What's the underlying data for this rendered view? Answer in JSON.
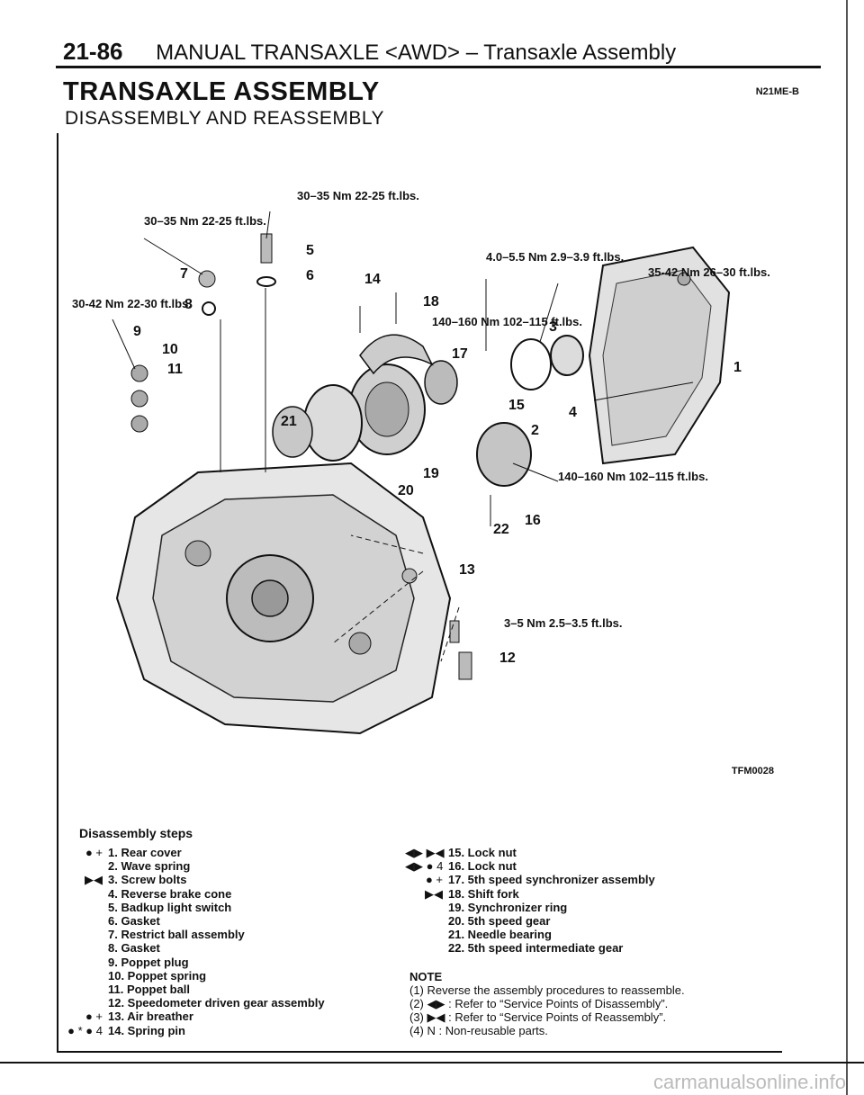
{
  "header": {
    "page_number": "21-86",
    "running_title": "MANUAL TRANSAXLE <AWD> – Transaxle Assembly"
  },
  "title": "TRANSAXLE ASSEMBLY",
  "subtitle": "DISASSEMBLY AND REASSEMBLY",
  "section_code": "N21ME-B",
  "figure_code": "TFM0028",
  "diagram": {
    "torque_labels": [
      "30–35 Nm 22-25 ft.lbs.",
      "30–35 Nm 22-25 ft.lbs.",
      "30-42 Nm 22-30 ft.lbs.",
      "4.0–5.5 Nm 2.9–3.9 ft.lbs.",
      "35-42 Nm 26–30 ft.lbs.",
      "140–160 Nm 102–115 ft.lbs.",
      "140–160 Nm 102–115 ft.lbs.",
      "3–5 Nm 2.5–3.5 ft.lbs."
    ],
    "part_numbers": [
      "1",
      "2",
      "3",
      "4",
      "5",
      "6",
      "7",
      "8",
      "9",
      "10",
      "11",
      "12",
      "13",
      "14",
      "15",
      "16",
      "17",
      "18",
      "19",
      "20",
      "21",
      "22"
    ]
  },
  "steps_heading": "Disassembly steps",
  "steps_left": [
    {
      "mark": "● +",
      "text": "1. Rear cover"
    },
    {
      "mark": "",
      "text": "2. Wave spring"
    },
    {
      "mark": "▶◀",
      "text": "3. Screw bolts"
    },
    {
      "mark": "",
      "text": "4. Reverse brake cone"
    },
    {
      "mark": "",
      "text": "5. Badkup light switch"
    },
    {
      "mark": "",
      "text": "6. Gasket"
    },
    {
      "mark": "",
      "text": "7. Restrict ball assembly"
    },
    {
      "mark": "",
      "text": "8. Gasket"
    },
    {
      "mark": "",
      "text": "9. Poppet plug"
    },
    {
      "mark": "",
      "text": "10. Poppet spring"
    },
    {
      "mark": "",
      "text": "11. Poppet ball"
    },
    {
      "mark": "",
      "text": "12. Speedometer driven gear assembly"
    },
    {
      "mark": "● +",
      "text": "13. Air breather"
    },
    {
      "mark": "● * ● 4",
      "text": "14. Spring pin"
    }
  ],
  "steps_right": [
    {
      "mark": "◀▶ ▶◀",
      "text": "15. Lock nut"
    },
    {
      "mark": "◀▶ ● 4",
      "text": "16. Lock nut"
    },
    {
      "mark": "● +",
      "text": "17. 5th speed synchronizer assembly"
    },
    {
      "mark": "▶◀",
      "text": "18. Shift fork"
    },
    {
      "mark": "",
      "text": "19. Synchronizer ring"
    },
    {
      "mark": "",
      "text": "20. 5th speed gear"
    },
    {
      "mark": "",
      "text": "21. Needle bearing"
    },
    {
      "mark": "",
      "text": "22. 5th speed intermediate gear"
    }
  ],
  "note": {
    "heading": "NOTE",
    "lines": [
      "(1) Reverse the assembly procedures to reassemble.",
      "(2) ◀▶ : Refer to “Service Points of Disassembly”.",
      "(3) ▶◀ : Refer to “Service Points of Reassembly”.",
      "(4) N : Non-reusable parts."
    ]
  },
  "watermark": "carmanualsonline.info"
}
